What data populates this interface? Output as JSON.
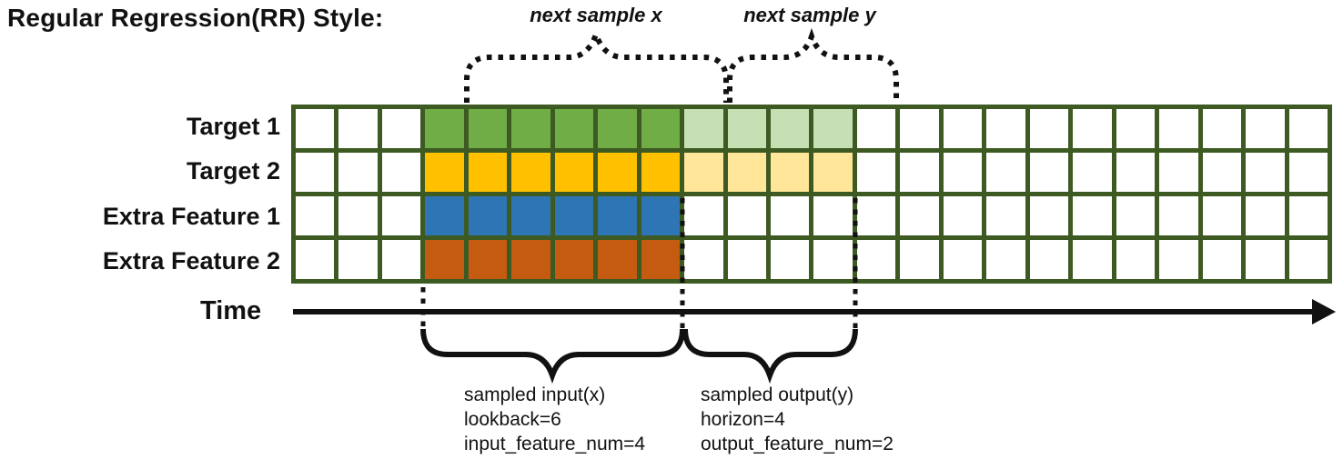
{
  "title": "Regular Regression(RR) Style:",
  "annotations": {
    "next_sample_x": "next sample x",
    "next_sample_y": "next sample y"
  },
  "rows": [
    {
      "label": "Target 1",
      "input_color": "#70AD47",
      "output_color": "#C6E0B4"
    },
    {
      "label": "Target 2",
      "input_color": "#FFC000",
      "output_color": "#FFE699"
    },
    {
      "label": "Extra Feature 1",
      "input_color": "#2E75B6",
      "output_color": "#FFFFFF"
    },
    {
      "label": "Extra Feature 2",
      "input_color": "#C55A11",
      "output_color": "#FFFFFF"
    }
  ],
  "grid": {
    "columns": 24,
    "input_start_col": 4,
    "input_end_col": 9,
    "output_start_col": 10,
    "output_end_col": 13,
    "border_color": "#3E5A23",
    "cell_color": "#FFFFFF"
  },
  "time_axis": {
    "label": "Time"
  },
  "sample_input": {
    "lines": [
      "sampled input(x)",
      "lookback=6",
      "input_feature_num=4"
    ]
  },
  "sample_output": {
    "lines": [
      "sampled output(y)",
      "horizon=4",
      "output_feature_num=2"
    ]
  }
}
